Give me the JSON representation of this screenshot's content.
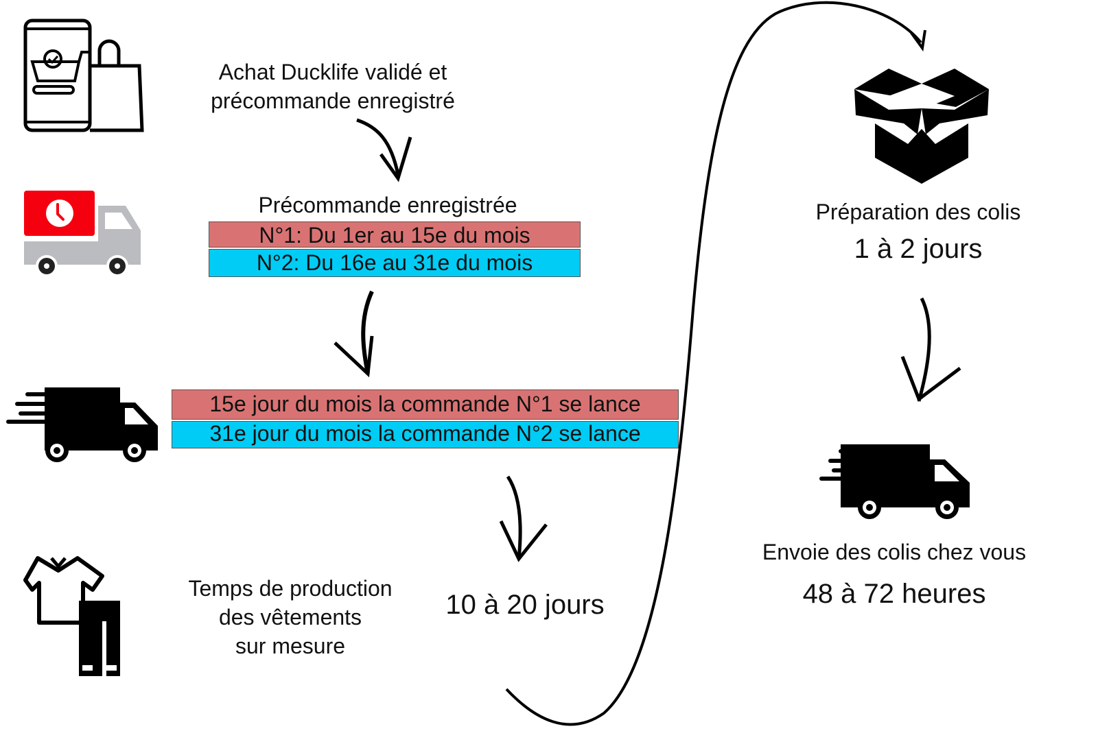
{
  "steps": {
    "purchase": {
      "line1": "Achat Ducklife validé et",
      "line2": "précommande enregistré"
    },
    "preorder": {
      "title": "Précommande enregistrée",
      "order1": "N°1: Du 1er au 15e du mois",
      "order2": "N°2: Du 16e au 31e du mois"
    },
    "launch": {
      "order1": "15e jour du mois la commande N°1 se lance",
      "order2": "31e jour du mois la commande N°2 se lance"
    },
    "production": {
      "line1": "Temps de production",
      "line2": "des vêtements",
      "line3": "sur mesure",
      "duration": "10 à 20 jours"
    },
    "preparation": {
      "title": "Préparation des colis",
      "duration": "1 à 2 jours"
    },
    "shipping": {
      "title": "Envoie des colis chez vous",
      "duration": "48 à 72 heures"
    }
  },
  "colors": {
    "order1": "#d97373",
    "order2": "#00ccf5",
    "accent_red": "#f5000f",
    "truck_grey": "#bbbcc0"
  }
}
